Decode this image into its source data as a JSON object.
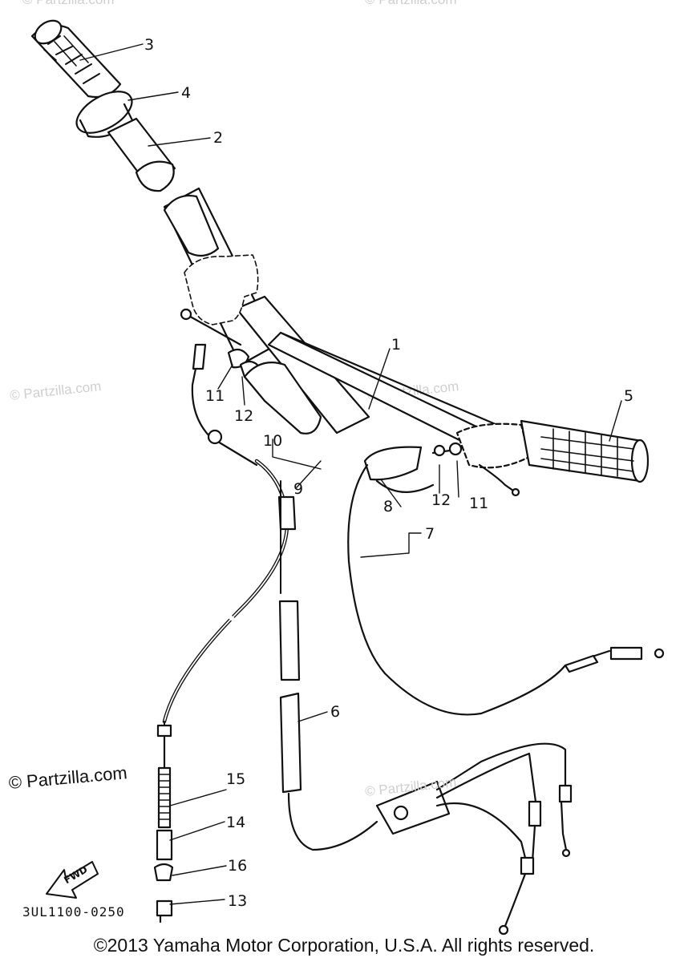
{
  "callouts": {
    "c1": "1",
    "c2": "2",
    "c3": "3",
    "c4": "4",
    "c5": "5",
    "c6": "6",
    "c7": "7",
    "c8": "8",
    "c9": "9",
    "c10": "10",
    "c11a": "11",
    "c11b": "11",
    "c12a": "12",
    "c12b": "12",
    "c13": "13",
    "c14": "14",
    "c15": "15",
    "c16": "16"
  },
  "fwd_label": "FWD",
  "diagram_code": "3UL1100-0250",
  "watermark_main": "© Partzilla.com",
  "watermarks": [
    "© Partzilla.com",
    "© Partzilla.com",
    "© Partzilla.com",
    "© Partzilla.com"
  ],
  "footer": "©2013 Yamaha Motor Corporation, U.S.A. All rights reserved."
}
